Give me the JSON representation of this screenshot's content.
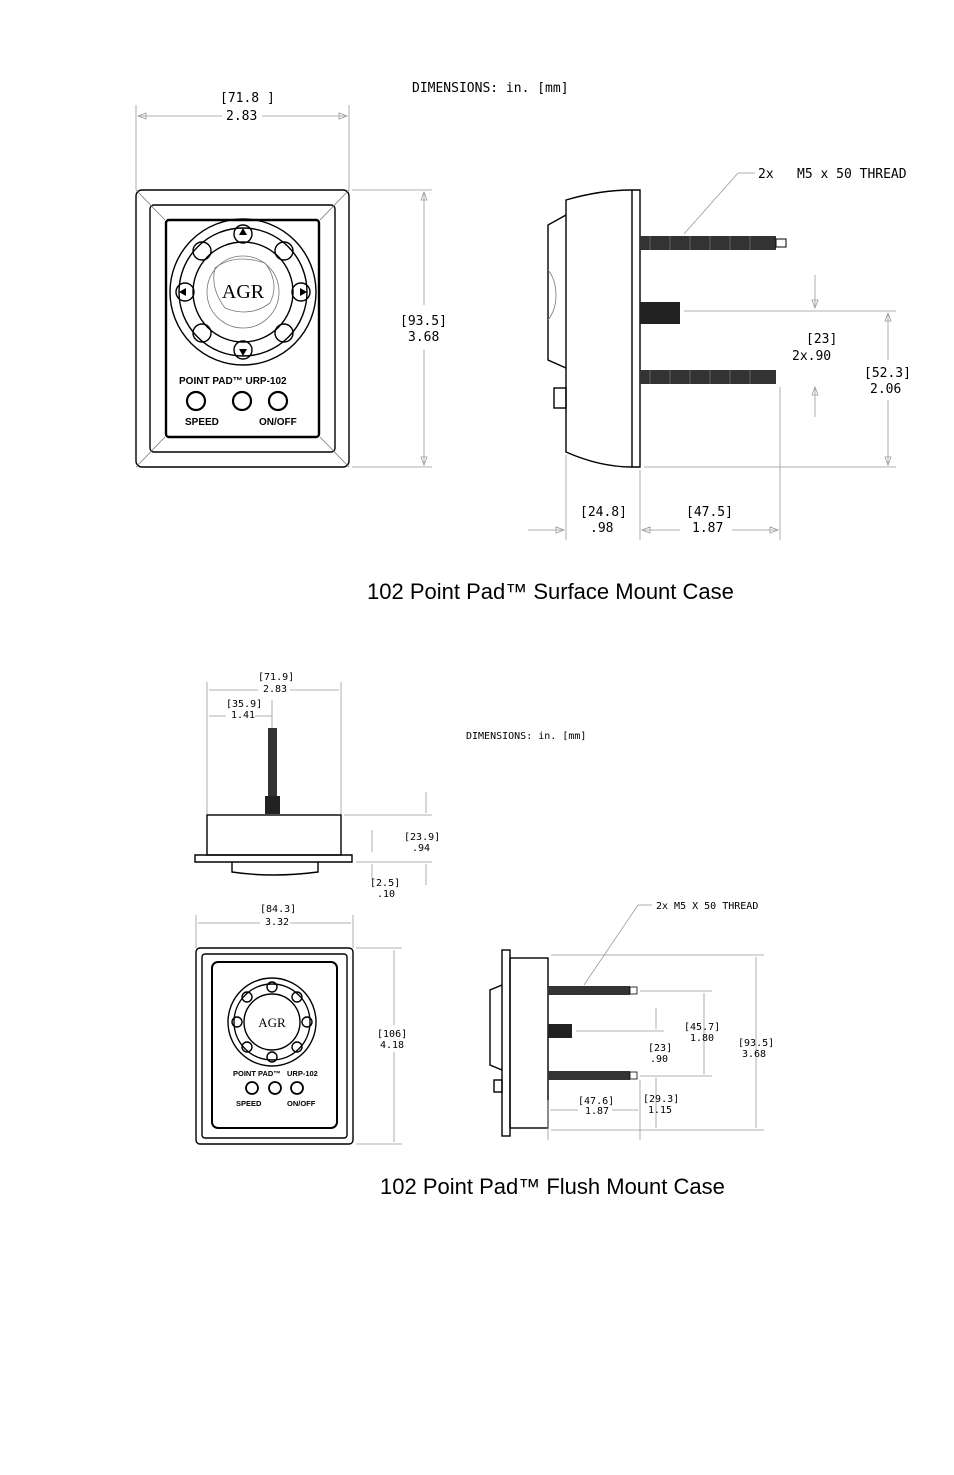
{
  "surface": {
    "dimensions_note": "DIMENSIONS: in. [mm]",
    "thread_note_prefix": "2x",
    "thread_note": "M5 x 50 THREAD",
    "dim_width": {
      "mm": "71.8",
      "in": "2.83"
    },
    "dim_height": {
      "mm": "93.5",
      "in": "3.68"
    },
    "dim_thread_spacing": {
      "mm": "23",
      "in": "2x.90"
    },
    "dim_thread_offset": {
      "mm": "52.3",
      "in": "2.06"
    },
    "dim_depth": {
      "mm": "24.8",
      "in": ".98"
    },
    "dim_thread_len": {
      "mm": "47.5",
      "in": "1.87"
    },
    "product_label": "POINT PAD™ URP-102",
    "speed_label": "SPEED",
    "onoff_label": "ON/OFF",
    "caption": "102 Point Pad™ Surface Mount Case"
  },
  "flush": {
    "dimensions_note": "DIMENSIONS: in. [mm]",
    "thread_note": "2x M5 X 50 THREAD",
    "dim_top_width": {
      "mm": "71.9",
      "in": "2.83"
    },
    "dim_top_center": {
      "mm": "35.9",
      "in": "1.41"
    },
    "dim_top_height": {
      "mm": "23.9",
      "in": ".94"
    },
    "dim_flange": {
      "mm": "2.5",
      "in": ".10"
    },
    "dim_front_width": {
      "mm": "84.3",
      "in": "3.32"
    },
    "dim_front_height": {
      "mm": "106",
      "in": "4.18"
    },
    "dim_thread_spacing": {
      "mm": "45.7",
      "in": "1.80"
    },
    "dim_center": {
      "mm": "23",
      "in": ".90"
    },
    "dim_thread_len": {
      "mm": "47.6",
      "in": "1.87"
    },
    "dim_lower": {
      "mm": "29.3",
      "in": "1.15"
    },
    "dim_total_height": {
      "mm": "93.5",
      "in": "3.68"
    },
    "product_label_a": "POINT PAD™",
    "product_label_b": "URP-102",
    "speed_label": "SPEED",
    "onoff_label": "ON/OFF",
    "caption": "102 Point Pad™ Flush Mount Case"
  }
}
